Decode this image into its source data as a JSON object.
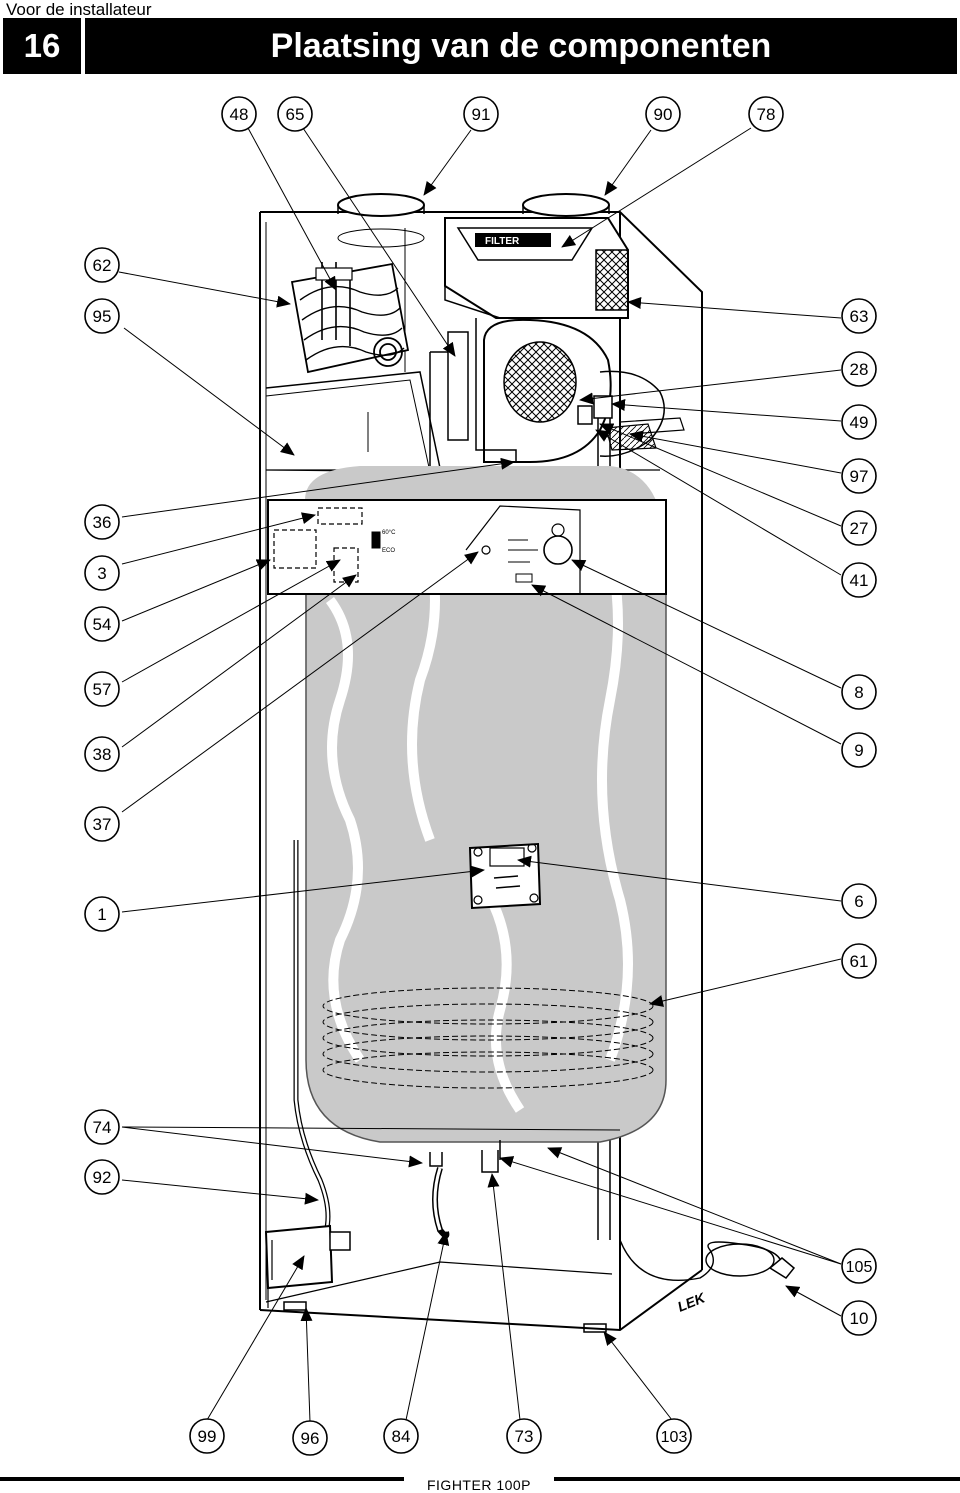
{
  "header": {
    "section_label": "Voor de installateur",
    "page_number": "16",
    "title": "Plaatsing van de componenten"
  },
  "footer": {
    "product": "FIGHTER 100P"
  },
  "diagram": {
    "panel_labels": {
      "filter": "FILTER",
      "temp": "60°C",
      "eco": "ECO",
      "brand": "LEK"
    },
    "callouts": [
      "48",
      "65",
      "91",
      "90",
      "78",
      "62",
      "95",
      "63",
      "28",
      "49",
      "97",
      "36",
      "27",
      "3",
      "41",
      "54",
      "57",
      "8",
      "38",
      "9",
      "37",
      "1",
      "6",
      "61",
      "74",
      "92",
      "105",
      "10",
      "99",
      "96",
      "84",
      "73",
      "103"
    ]
  }
}
